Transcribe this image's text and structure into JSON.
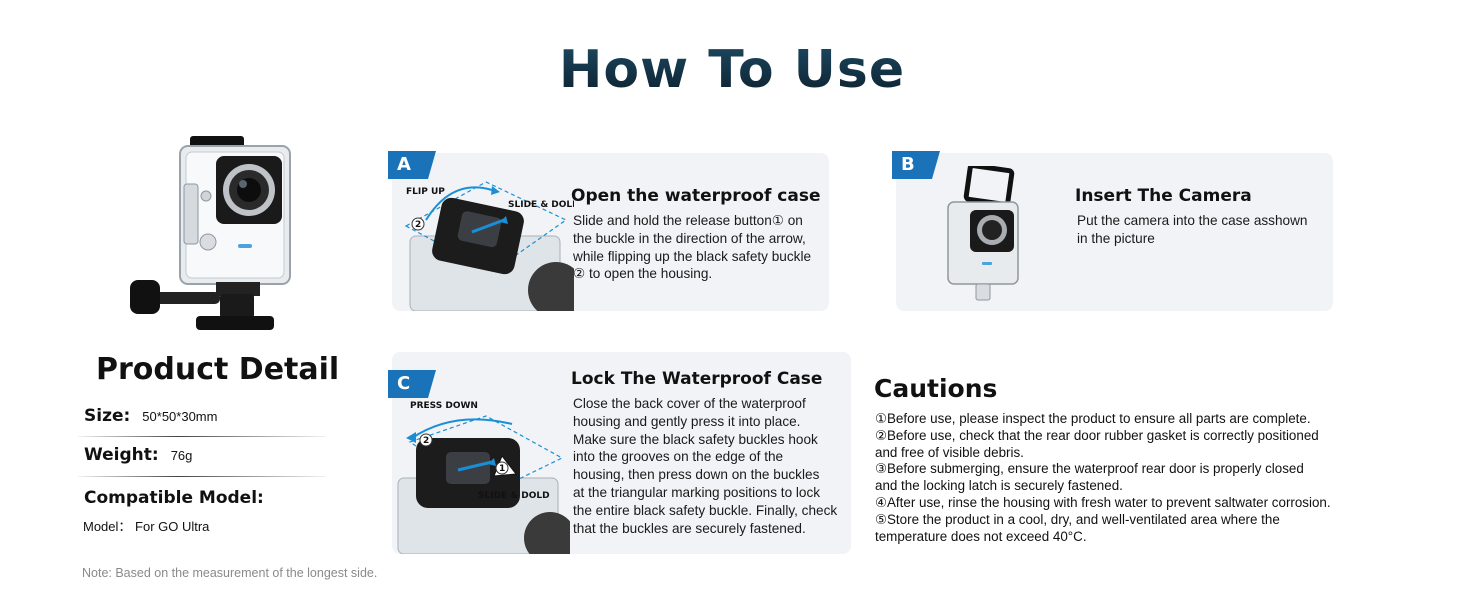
{
  "title": "How To Use",
  "product_detail": {
    "heading": "Product Detail",
    "size_label": "Size:",
    "size_value": "50*50*30mm",
    "weight_label": "Weight:",
    "weight_value": "76g",
    "compatible_label": "Compatible Model:",
    "compatible_value": "Model： For GO Ultra",
    "note": "Note: Based on the measurement of the longest side."
  },
  "steps": {
    "a": {
      "tag": "A",
      "title": "Open the waterproof case",
      "lines": [
        "Slide and hold the release button① on",
        "the buckle in the direction of the arrow,",
        "while flipping up the black safety buckle",
        "② to open the housing."
      ],
      "label_flip": "FLIP UP",
      "label_slide": "SLIDE & DOLD",
      "marker": "2"
    },
    "b": {
      "tag": "B",
      "title": "Insert The Camera",
      "lines": [
        "Put the camera into the case asshown",
        "in the picture"
      ]
    },
    "c": {
      "tag": "C",
      "title": "Lock The Waterproof Case",
      "lines": [
        "Close the back cover of the waterproof",
        "housing and gently press it into place.",
        "Make sure the black safety buckles hook",
        "into the grooves on the edge of the",
        "housing, then press down on the buckles",
        "at the triangular marking positions to lock",
        "the entire black safety buckle. Finally, check",
        "that the buckles are securely fastened."
      ],
      "label_press": "PRESS DOWN",
      "label_slide": "SLIDE & DOLD",
      "marker": "2",
      "marker2": "1"
    }
  },
  "cautions": {
    "heading": "Cautions",
    "items": [
      "①Before use, please inspect the product to ensure all parts are complete.",
      "②Before use, check that the rear door rubber gasket is correctly positioned",
      "and free of visible debris.",
      "③Before submerging, ensure the waterproof rear door is properly closed",
      "and the locking latch is securely fastened.",
      "④After use, rinse the housing with fresh water to prevent saltwater corrosion.",
      "⑤Store the product in a cool, dry, and well-ventilated area where the",
      "temperature does not exceed 40°C."
    ]
  },
  "colors": {
    "accent": "#1a72b8",
    "title_gradient_top": "#1e4a63",
    "title_gradient_bottom": "#0b1f2c",
    "card_bg": "#f1f3f6"
  }
}
